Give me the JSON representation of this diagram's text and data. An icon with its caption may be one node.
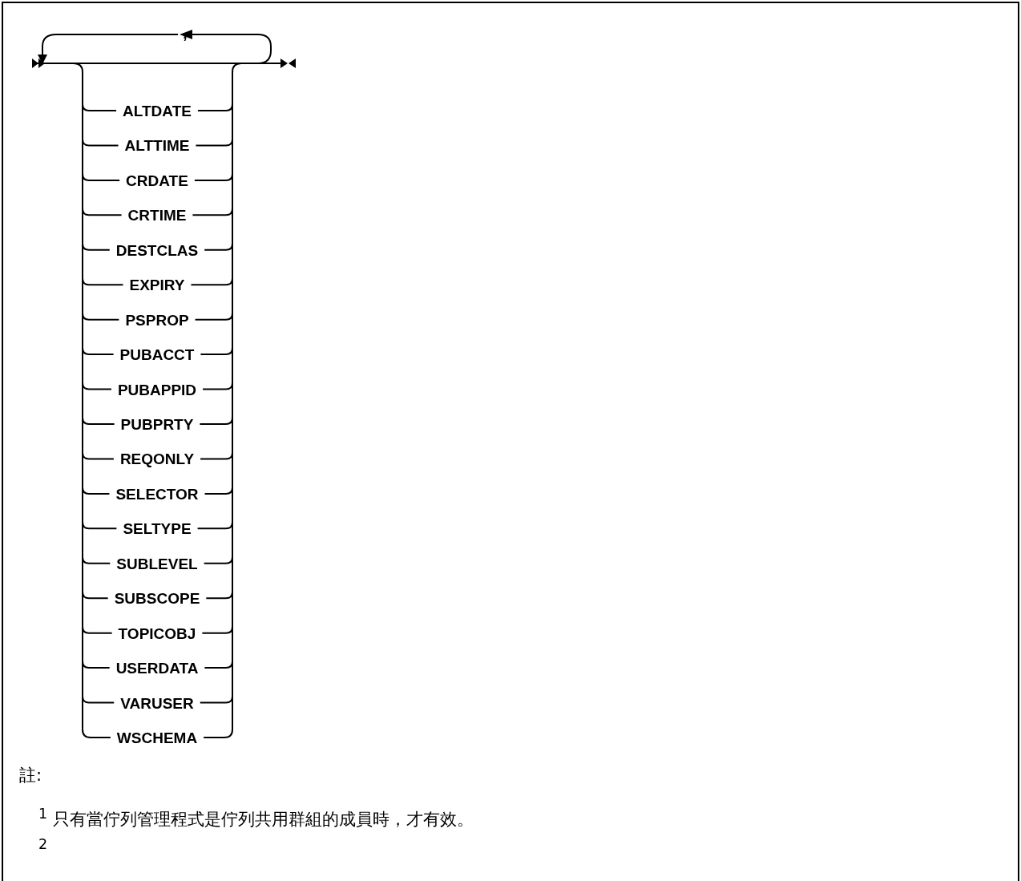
{
  "diagram": {
    "labels": [
      ",",
      "ALTDATE",
      "ALTTIME",
      "CRDATE",
      "CRTIME",
      "DESTCLAS",
      "EXPIRY",
      "PSPROP",
      "PUBACCT",
      "PUBAPPID",
      "PUBPRTY",
      "REQONLY",
      "SELECTOR",
      "SELTYPE",
      "SUBLEVEL",
      "SUBSCOPE",
      "TOPICOBJ",
      "USERDATA",
      "VARUSER",
      "WSCHEMA",
      "註:",
      "$^{1}$ 只有當佇列管理程式是佇列共用群組的成員時，才有效。",
      "$^{2}$"
    ]
  }
}
